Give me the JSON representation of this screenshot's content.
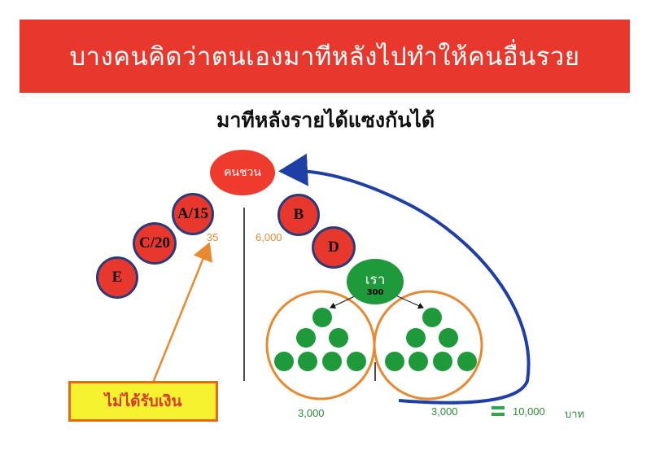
{
  "header": {
    "title": "บางคนคิดว่าตนเองมาทีหลังไปทำให้คนอื่นรวย"
  },
  "subtitle": "มาทีหลังรายได้แซงกันได้",
  "nodes": {
    "recruiter": "คนชวน",
    "a": "A/15",
    "c": "C/20",
    "e": "E",
    "b": "B",
    "d": "D",
    "we_label": "เรา",
    "we_value": "300"
  },
  "values": {
    "left": "35",
    "right": "6,000",
    "left_team": "3,000",
    "right_team": "3,000",
    "equals": "=",
    "total": "10,000",
    "currency": "บาท"
  },
  "callout": "ไม่ได้รับเงิน",
  "colors": {
    "banner": "#e8382e",
    "red_node": "#e8382e",
    "green_node": "#1e9a3a",
    "blue_arrow": "#1f3fa6",
    "orange": "#e8892f"
  }
}
